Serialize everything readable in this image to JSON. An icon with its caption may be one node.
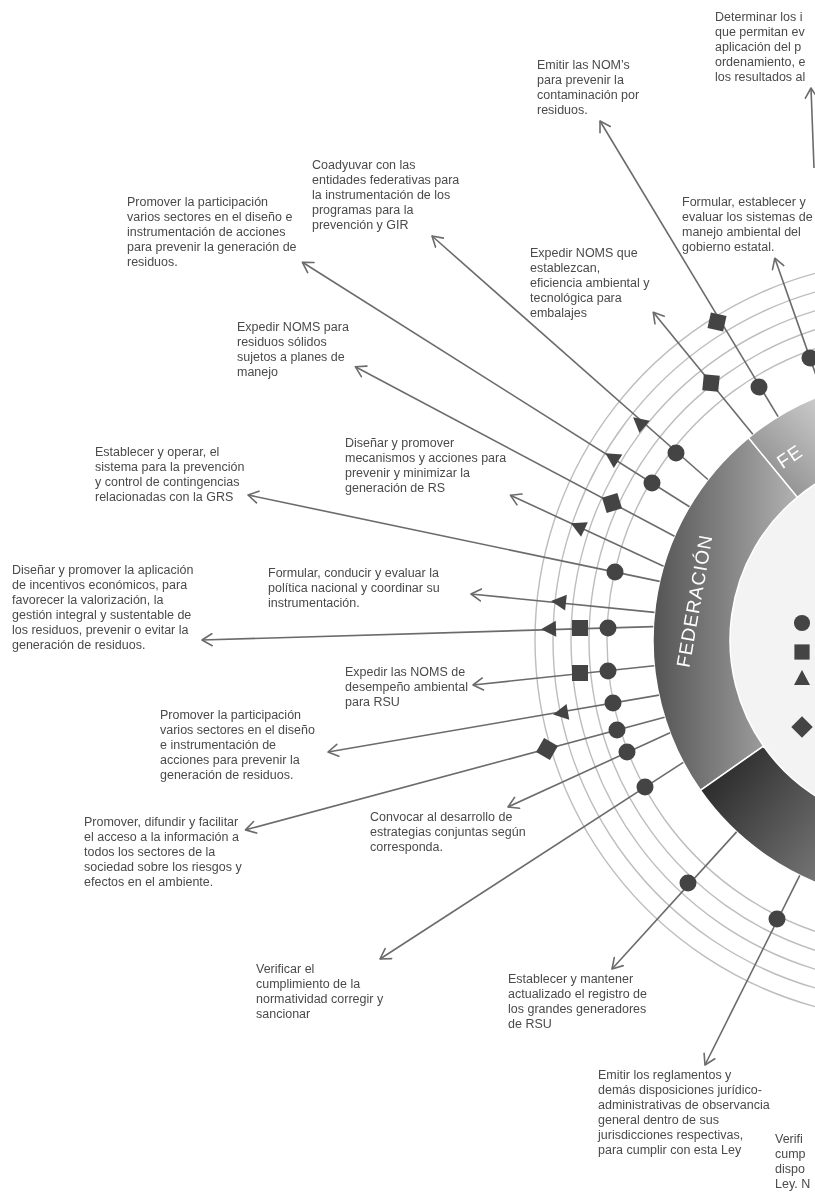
{
  "diagram": {
    "nodes": [
      {
        "text": [
          "Determinar los i que permitan ev aplicación del p ordenamiento, e los resultados al"
        ]
      },
      {
        "text": [
          "Emitir las NOM’s para prevenir la contaminación por residuos."
        ]
      },
      {
        "text": [
          "Formular, establecer y evaluar los sistemas de manejo ambiental del gobierno estatal."
        ]
      },
      {
        "text": [
          "Coadyuvar con las entidades federativas para la instrumentación de los programas para la prevención y GIR"
        ]
      },
      {
        "text": [
          "Expedir NOMS que establezcan, eficiencia ambiental y tecnológica para embalajes"
        ]
      },
      {
        "text": [
          "Promover la participación varios sectores en el diseño e instrumentación de acciones para prevenir la generación de residuos."
        ]
      },
      {
        "text": [
          "Expedir NOMS para residuos sólidos sujetos a planes de manejo"
        ]
      },
      {
        "text": [
          "Diseñar y promover mecanismos y acciones para prevenir y minimizar la generación de RS"
        ]
      },
      {
        "text": [
          "Establecer y operar, el sistema para la prevención y control de contingencias relacionadas con la GRS"
        ]
      },
      {
        "text": [
          "Formular, conducir y evaluar la política nacional y coordinar su instrumentación."
        ]
      },
      {
        "text": [
          "Diseñar y promover la aplicación de incentivos económicos, para favorecer la valorización, la gestión integral y sustentable de los residuos, prevenir o evitar la generación de residuos."
        ]
      },
      {
        "text": [
          "Expedir las NOMS de desempeño ambiental para RSU"
        ]
      },
      {
        "text": [
          "Promover la participación varios sectores en el diseño e instrumentación de acciones para prevenir la generación de residuos."
        ]
      },
      {
        "text": [
          "Promover, difundir y facilitar el acceso a la información a todos los sectores de la sociedad sobre los riesgos y efectos en el ambiente."
        ]
      },
      {
        "text": [
          "Convocar al desarrollo de estrategias conjuntas según corresponda."
        ]
      },
      {
        "text": [
          "Verificar el cumplimiento de la normatividad corregir y sancionar"
        ]
      },
      {
        "text": [
          "Establecer y mantener actualizado el registro de los grandes generadores de RSU"
        ]
      },
      {
        "text": [
          "Emitir los reglamentos y demás disposiciones jurídico-administrativas de observancia general dentro de sus jurisdicciones respectivas, para cumplir con esta Ley"
        ]
      },
      {
        "text": [
          "FE"
        ]
      },
      {
        "text": [
          "FEDERACIÓN"
        ]
      },
      {
        "text": [],
        "shape": "arc"
      }
    ],
    "edges": [
      {
        "from": null,
        "to": 0,
        "arrow": "to"
      },
      {
        "from": 18,
        "to": 1,
        "arrow": "to"
      },
      {
        "from": 18,
        "to": 2,
        "arrow": "to"
      },
      {
        "from": 19,
        "to": 3,
        "arrow": "to"
      },
      {
        "from": 18,
        "to": 4,
        "arrow": "to"
      },
      {
        "from": 19,
        "to": 5,
        "arrow": "to"
      },
      {
        "from": 19,
        "to": 6,
        "arrow": "to"
      },
      {
        "from": 19,
        "to": 7,
        "arrow": "to"
      },
      {
        "from": 19,
        "to": 8,
        "arrow": "to"
      },
      {
        "from": 19,
        "to": 9,
        "arrow": "to"
      },
      {
        "from": 19,
        "to": 10,
        "arrow": "to"
      },
      {
        "from": 19,
        "to": 11,
        "arrow": "to"
      },
      {
        "from": 19,
        "to": 12,
        "arrow": "to"
      },
      {
        "from": 19,
        "to": 13,
        "arrow": "to"
      },
      {
        "from": 19,
        "to": 14,
        "arrow": "to"
      },
      {
        "from": 19,
        "to": 15,
        "arrow": "to"
      },
      {
        "from": 20,
        "to": 16,
        "arrow": "to"
      },
      {
        "from": 20,
        "to": 17,
        "arrow": "to"
      }
    ],
    "labels": [
      "Verifi cump dispo Ley. N"
    ]
  }
}
